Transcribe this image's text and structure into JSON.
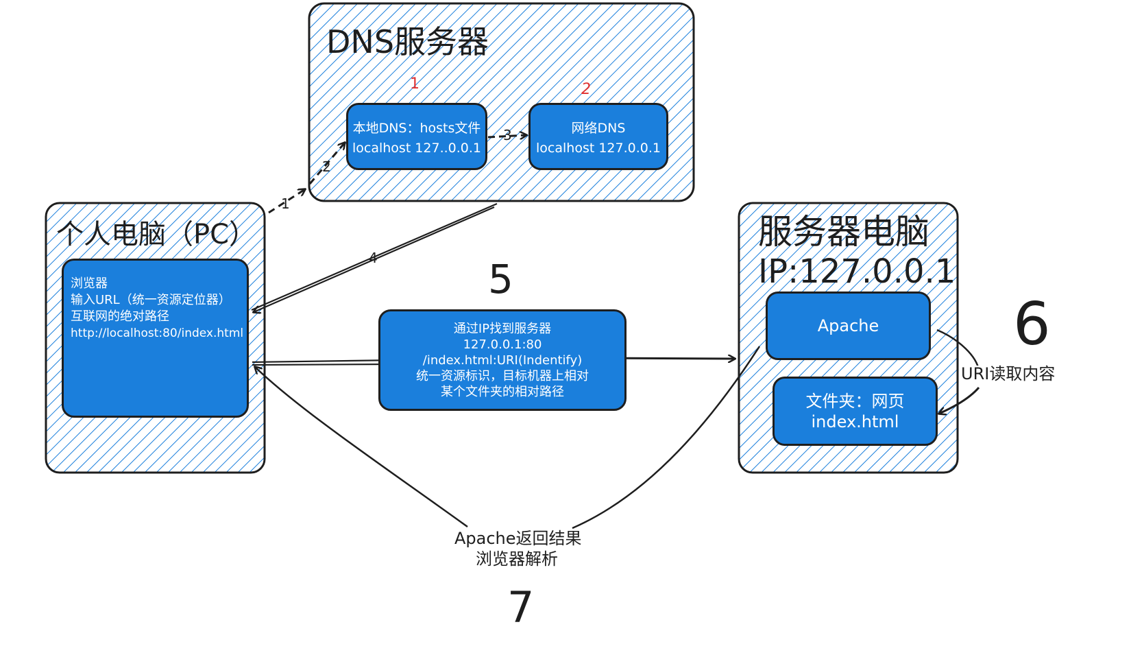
{
  "colors": {
    "stroke": "#1e1e1e",
    "hatch": "#1b7fdc",
    "box_fill": "#1b7fdc",
    "box_text": "#ffffff",
    "marker_red": "#e03131"
  },
  "dns_server": {
    "title": "DNS服务器",
    "marker_1": "1",
    "marker_2": "2",
    "local_dns": {
      "line1": "本地DNS：hosts文件",
      "line2": "localhost 127..0.0.1"
    },
    "network_dns": {
      "line1": "网络DNS",
      "line2": "localhost 127.0.0.1"
    }
  },
  "pc": {
    "title": "个人电脑（PC）",
    "browser": {
      "line1": "浏览器",
      "line2": "输入URL（统一资源定位器）",
      "line3": "互联网的绝对路径",
      "line4": "http://localhost:80/index.html"
    }
  },
  "server": {
    "title": "服务器电脑",
    "ip": "IP:127.0.0.1",
    "apache": "Apache",
    "folder": {
      "line1": "文件夹：网页",
      "line2": "index.html"
    }
  },
  "middle_box": {
    "line1": "通过IP找到服务器",
    "line2": "127.0.0.1:80",
    "line3": "/index.html:URI(Indentify)",
    "line4": "统一资源标识，目标机器上相对",
    "line5": "某个文件夹的相对路径"
  },
  "arrows": {
    "a1": "1",
    "a2": "2",
    "a3": "3",
    "a4": "4",
    "step5": "5",
    "step6": "6",
    "step7": "7",
    "uri_read": "URI读取内容",
    "return_line1": "Apache返回结果",
    "return_line2": "浏览器解析"
  }
}
